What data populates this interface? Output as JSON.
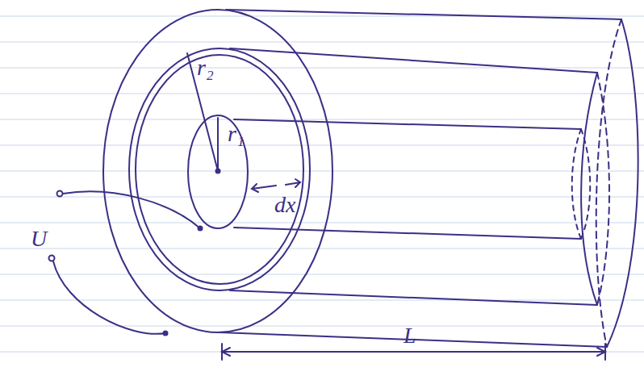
{
  "diagram": {
    "labels": [
      "r₂",
      "r₁",
      "dx",
      "U",
      "L"
    ]
  }
}
